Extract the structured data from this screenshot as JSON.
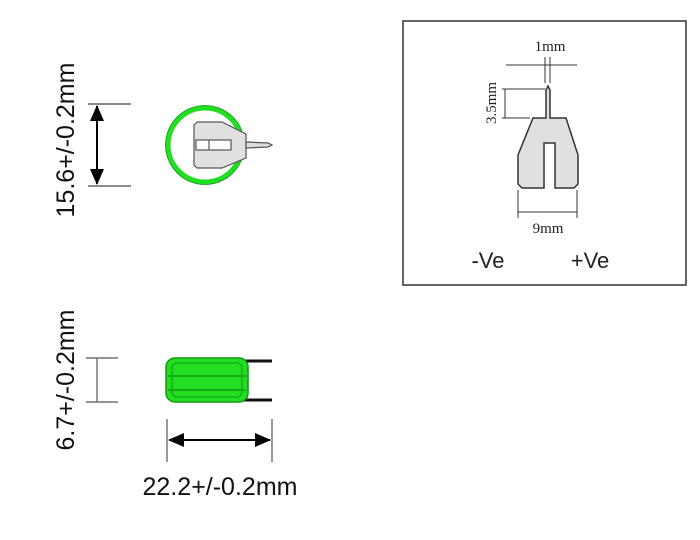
{
  "top_view": {
    "diameter_label": "15.6+/-0.2mm"
  },
  "side_view": {
    "height_label": "6.7+/-0.2mm",
    "length_label": "22.2+/-0.2mm"
  },
  "terminal_detail": {
    "pin_width_label": "1mm",
    "pin_length_label": "3.5mm",
    "tab_width_label": "9mm",
    "negative_label": "-Ve",
    "positive_label": "+Ve"
  },
  "colors": {
    "cell_green": "#22dd22",
    "cell_green_dark": "#119911",
    "tab_gray": "#e0e0e0",
    "line": "#333333"
  }
}
